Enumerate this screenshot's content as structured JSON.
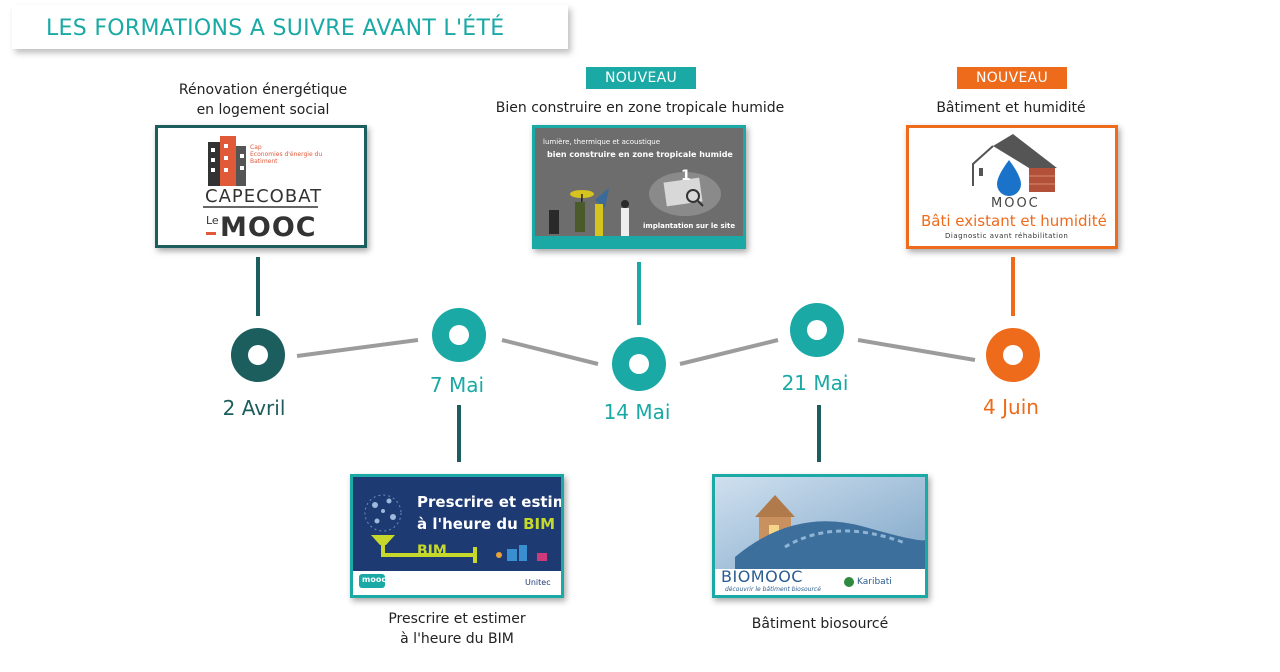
{
  "header": {
    "title": "LES FORMATIONS A SUIVRE AVANT L'ÉTÉ"
  },
  "colors": {
    "teal": "#1aa9a5",
    "dark_teal": "#1c5d5d",
    "orange": "#ee6b1c",
    "line_gray": "#9c9c9c"
  },
  "courses": [
    {
      "caption_line1": "Rénovation énergétique",
      "caption_line2": "en logement social",
      "date": "2 Avril",
      "card": {
        "brand": "CAPECOBAT",
        "prefix": "Le",
        "name": "MOOC",
        "tag_line1": "Cap",
        "tag_line2": "Economies d'énergie du",
        "tag_line3": "Batiment"
      }
    },
    {
      "caption_line1": "Prescrire et estimer",
      "caption_line2": "à l'heure du BIM",
      "date": "7 Mai",
      "card": {
        "title_line1": "Prescrire et estimer",
        "title_line2_prefix": "à l'heure du",
        "title_line2_accent": "BIM",
        "pipe_label": "BIM",
        "logo_left": "mooc",
        "logo_right": "Unitec"
      }
    },
    {
      "badge": "NOUVEAU",
      "caption": "Bien construire en zone tropicale humide",
      "date": "14 Mai",
      "card": {
        "top_line1": "lumière, thermique et acoustique",
        "top_line2": "bien construire en zone tropicale humide",
        "number": "1",
        "bottom": "implantation sur le site"
      }
    },
    {
      "caption": "Bâtiment biosourcé",
      "date": "21 Mai",
      "card": {
        "brand": "BIOMOOC",
        "tagline": "découvrir le bâtiment biosourcé",
        "partner": "Karibati"
      }
    },
    {
      "badge": "NOUVEAU",
      "caption": "Bâtiment et humidité",
      "date": "4 Juin",
      "card": {
        "label": "MOOC",
        "title": "Bâti existant et humidité",
        "subtitle": "Diagnostic avant réhabilitation"
      }
    }
  ]
}
